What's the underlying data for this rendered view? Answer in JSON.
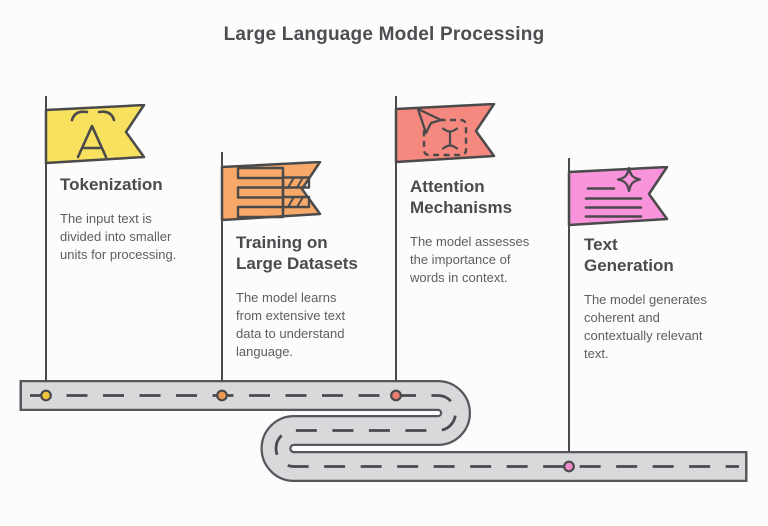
{
  "header": {
    "title": "Large Language Model Processing"
  },
  "steps": [
    {
      "title": "Tokenization",
      "description": "The input text is divided into smaller units for processing.",
      "flag_color": "#f9e160",
      "dot_color": "#edc53f",
      "icon": "letter-a-language-icon"
    },
    {
      "title": "Training on Large Datasets",
      "description": "The model learns from extensive text data to understand language.",
      "flag_color": "#f8a969",
      "dot_color": "#ef9a50",
      "icon": "token-merge-icon"
    },
    {
      "title": "Attention Mechanisms",
      "description": "The model assesses the importance of words in context.",
      "flag_color": "#f5897f",
      "dot_color": "#e97f70",
      "icon": "cursor-select-icon"
    },
    {
      "title": "Text Generation",
      "description": "The model generates coherent and contextually relevant text.",
      "flag_color": "#f893dc",
      "dot_color": "#ee8bc9",
      "icon": "sparkle-text-icon"
    }
  ],
  "road": {
    "fill": "#d8d9da",
    "border": "#55575c",
    "dash_color": "#494a4e",
    "stroke_dark": "#4a4a4a"
  }
}
